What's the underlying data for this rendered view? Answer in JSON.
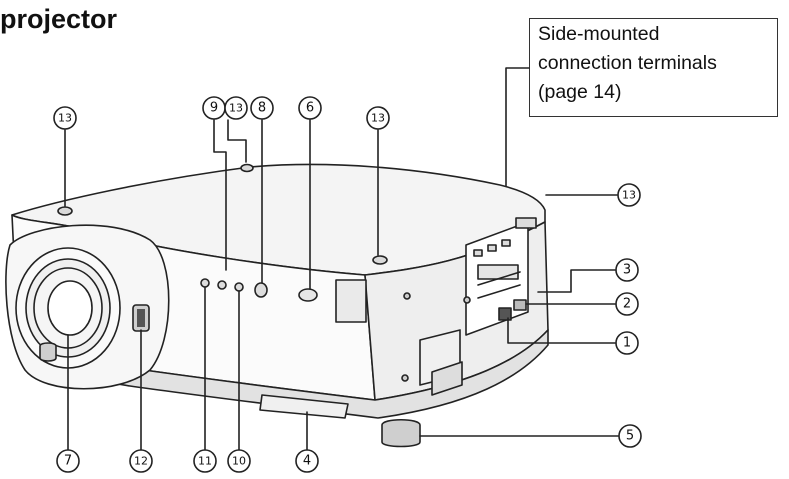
{
  "title": "projector",
  "callout": {
    "lines": [
      "Side-mounted",
      "connection terminals",
      "(page 14)"
    ]
  },
  "labels": {
    "l1": "1",
    "l2": "2",
    "l3": "3",
    "l4": "4",
    "l5": "5",
    "l6": "6",
    "l7": "7",
    "l8": "8",
    "l9": "9",
    "l10": "10",
    "l11": "11",
    "l12": "12",
    "l13": "13"
  },
  "colors": {
    "line": "#222222",
    "body_fill": "#f4f4f4",
    "shade": "#d9d9d9",
    "dark": "#555555"
  }
}
